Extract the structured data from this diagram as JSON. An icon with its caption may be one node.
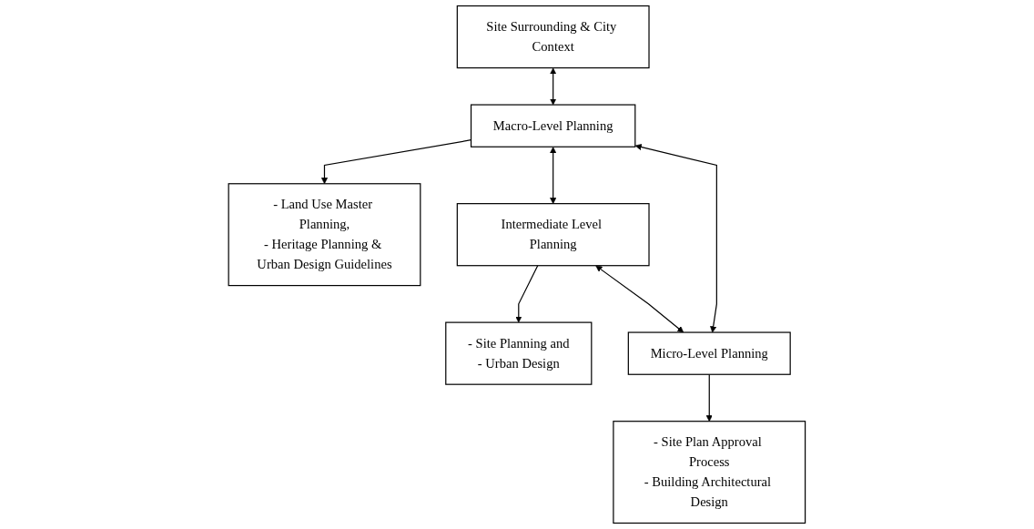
{
  "diagram": {
    "nodes": [
      {
        "text": [
          "Site Surrounding & City Context"
        ]
      },
      {
        "text": [
          "Macro-Level Planning"
        ]
      },
      {
        "text": [
          "- Land Use Master Planning,",
          "- Heritage Planning & Urban Design Guidelines"
        ]
      },
      {
        "text": [
          "Intermediate Level Planning"
        ]
      },
      {
        "text": [
          "- Site Planning and",
          "- Urban Design"
        ]
      },
      {
        "text": [
          "Micro-Level Planning"
        ]
      },
      {
        "text": [
          "- Site Plan Approval Process",
          "- Building Architectural Design"
        ]
      }
    ],
    "edges": [
      {
        "from": 0,
        "to": 1,
        "arrow": "both"
      },
      {
        "from": 1,
        "to": 2,
        "arrow": "to"
      },
      {
        "from": 1,
        "to": 3,
        "arrow": "both"
      },
      {
        "from": 1,
        "to": 5,
        "arrow": "both"
      },
      {
        "from": 3,
        "to": 4,
        "arrow": "to"
      },
      {
        "from": 3,
        "to": 5,
        "arrow": "both"
      },
      {
        "from": 5,
        "to": 6,
        "arrow": "to"
      }
    ]
  }
}
